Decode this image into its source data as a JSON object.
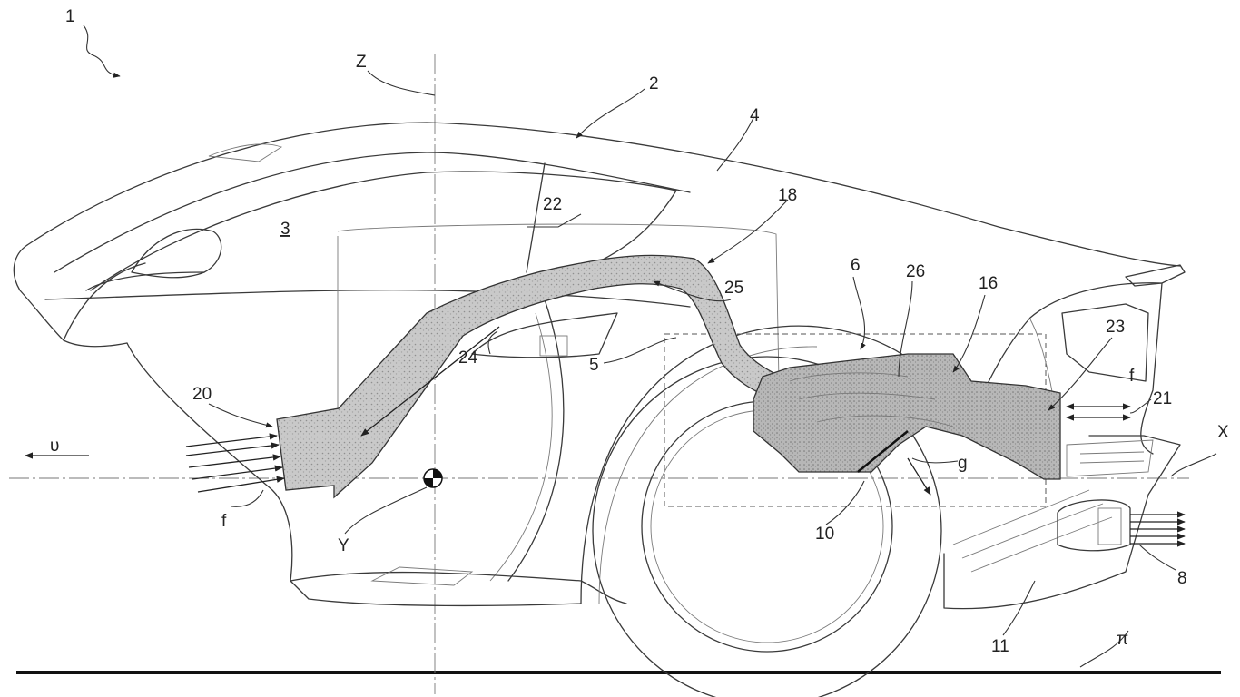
{
  "figure": {
    "labels": {
      "l1": "1",
      "l2": "2",
      "l3": "3",
      "l4": "4",
      "l5": "5",
      "l6": "6",
      "l8": "8",
      "l10": "10",
      "l11": "11",
      "l16": "16",
      "l18": "18",
      "l20": "20",
      "l21": "21",
      "l22": "22",
      "l23": "23",
      "l24": "24",
      "l25": "25",
      "l26": "26",
      "axis_x": "X",
      "axis_y": "Y",
      "axis_z": "Z",
      "flow_f_front": "f",
      "flow_f_rear": "f",
      "gap_g": "g",
      "velocity": "υ",
      "ground": "π"
    }
  }
}
